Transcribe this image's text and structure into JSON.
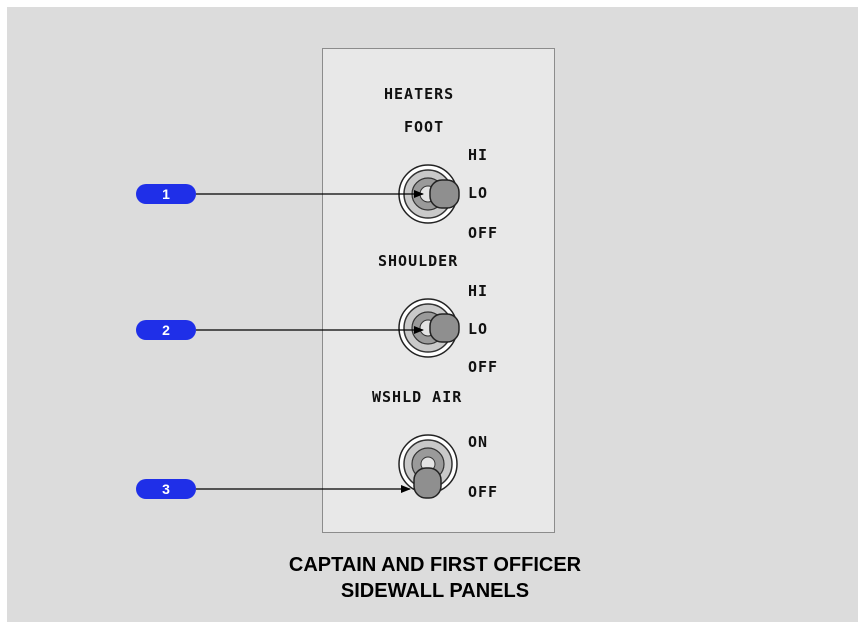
{
  "panel": {
    "heaters_title": "HEATERS",
    "foot": {
      "label": "FOOT",
      "positions": [
        "HI",
        "LO",
        "OFF"
      ]
    },
    "shoulder": {
      "label": "SHOULDER",
      "positions": [
        "HI",
        "LO",
        "OFF"
      ]
    },
    "wshld_air": {
      "label": "WSHLD AIR",
      "positions": [
        "ON",
        "OFF"
      ]
    }
  },
  "callouts": [
    {
      "number": "1"
    },
    {
      "number": "2"
    },
    {
      "number": "3"
    }
  ],
  "caption": {
    "line1": "CAPTAIN AND FIRST OFFICER",
    "line2": "SIDEWALL PANELS"
  },
  "colors": {
    "callout_fill": "#1f2fe8",
    "background": "#dcdcdc",
    "panel": "#e8e8e8"
  }
}
